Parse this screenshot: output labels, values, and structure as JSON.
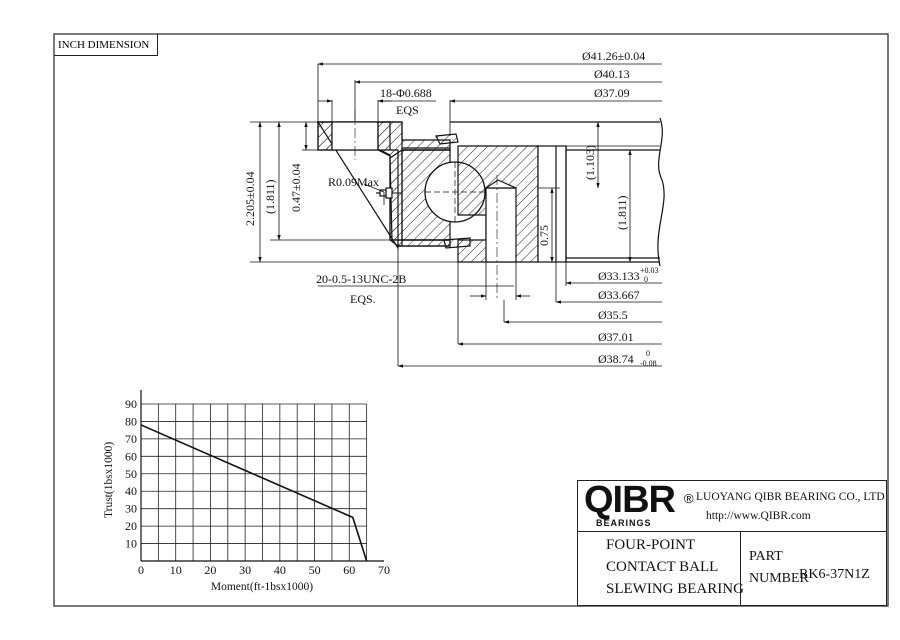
{
  "sheet": {
    "dimension_box": "INCH DIMENSION"
  },
  "dimensions": {
    "od_overall": "Ø41.26±0.04",
    "bolt_circle_outer": "Ø40.13",
    "raceway": "Ø37.09",
    "holes": "18-Φ0.688",
    "holes_eqs": "EQS",
    "radius": "R0.09Max",
    "height_total": "2.205±0.04",
    "height_inner": "(1.811)",
    "offset": "0.47±0.04",
    "thread": "20-0.5-13UNC-2B",
    "thread_eqs": "EQS.",
    "gear_depth": "0.75",
    "right_small": "(1.103)",
    "right_big": "(1.811)",
    "bore": "Ø33.133",
    "bore_tol_up": "+0.03",
    "bore_tol_low": "0",
    "d2": "Ø33.667",
    "d3": "Ø35.5",
    "d4": "Ø37.01",
    "d5": "Ø38.74",
    "d5_tol_up": "0",
    "d5_tol_low": "-0.08"
  },
  "chart_data": {
    "type": "line",
    "xlabel": "Moment(ft-1bsx1000)",
    "ylabel": "Trust(1bsx1000)",
    "x_ticks": [
      "0",
      "10",
      "20",
      "30",
      "40",
      "50",
      "60",
      "70"
    ],
    "y_ticks": [
      "10",
      "20",
      "30",
      "40",
      "50",
      "60",
      "70",
      "80",
      "90"
    ],
    "xlim": [
      0,
      70
    ],
    "ylim": [
      0,
      90
    ],
    "grid": true,
    "series": [
      {
        "x": [
          0,
          61,
          65
        ],
        "y": [
          78,
          25,
          0
        ]
      }
    ]
  },
  "title_block": {
    "logo_text": "QIBR",
    "logo_sub": "BEARINGS",
    "logo_mark": "®",
    "company": "LUOYANG QIBR BEARING CO., LTD",
    "website": "http://www.QIBR.com",
    "type_lines": [
      "FOUR-POINT",
      "CONTACT BALL",
      "SLEWING BEARING"
    ],
    "part_label": [
      "PART",
      "NUMBER"
    ],
    "part_number": "RK6-37N1Z"
  }
}
